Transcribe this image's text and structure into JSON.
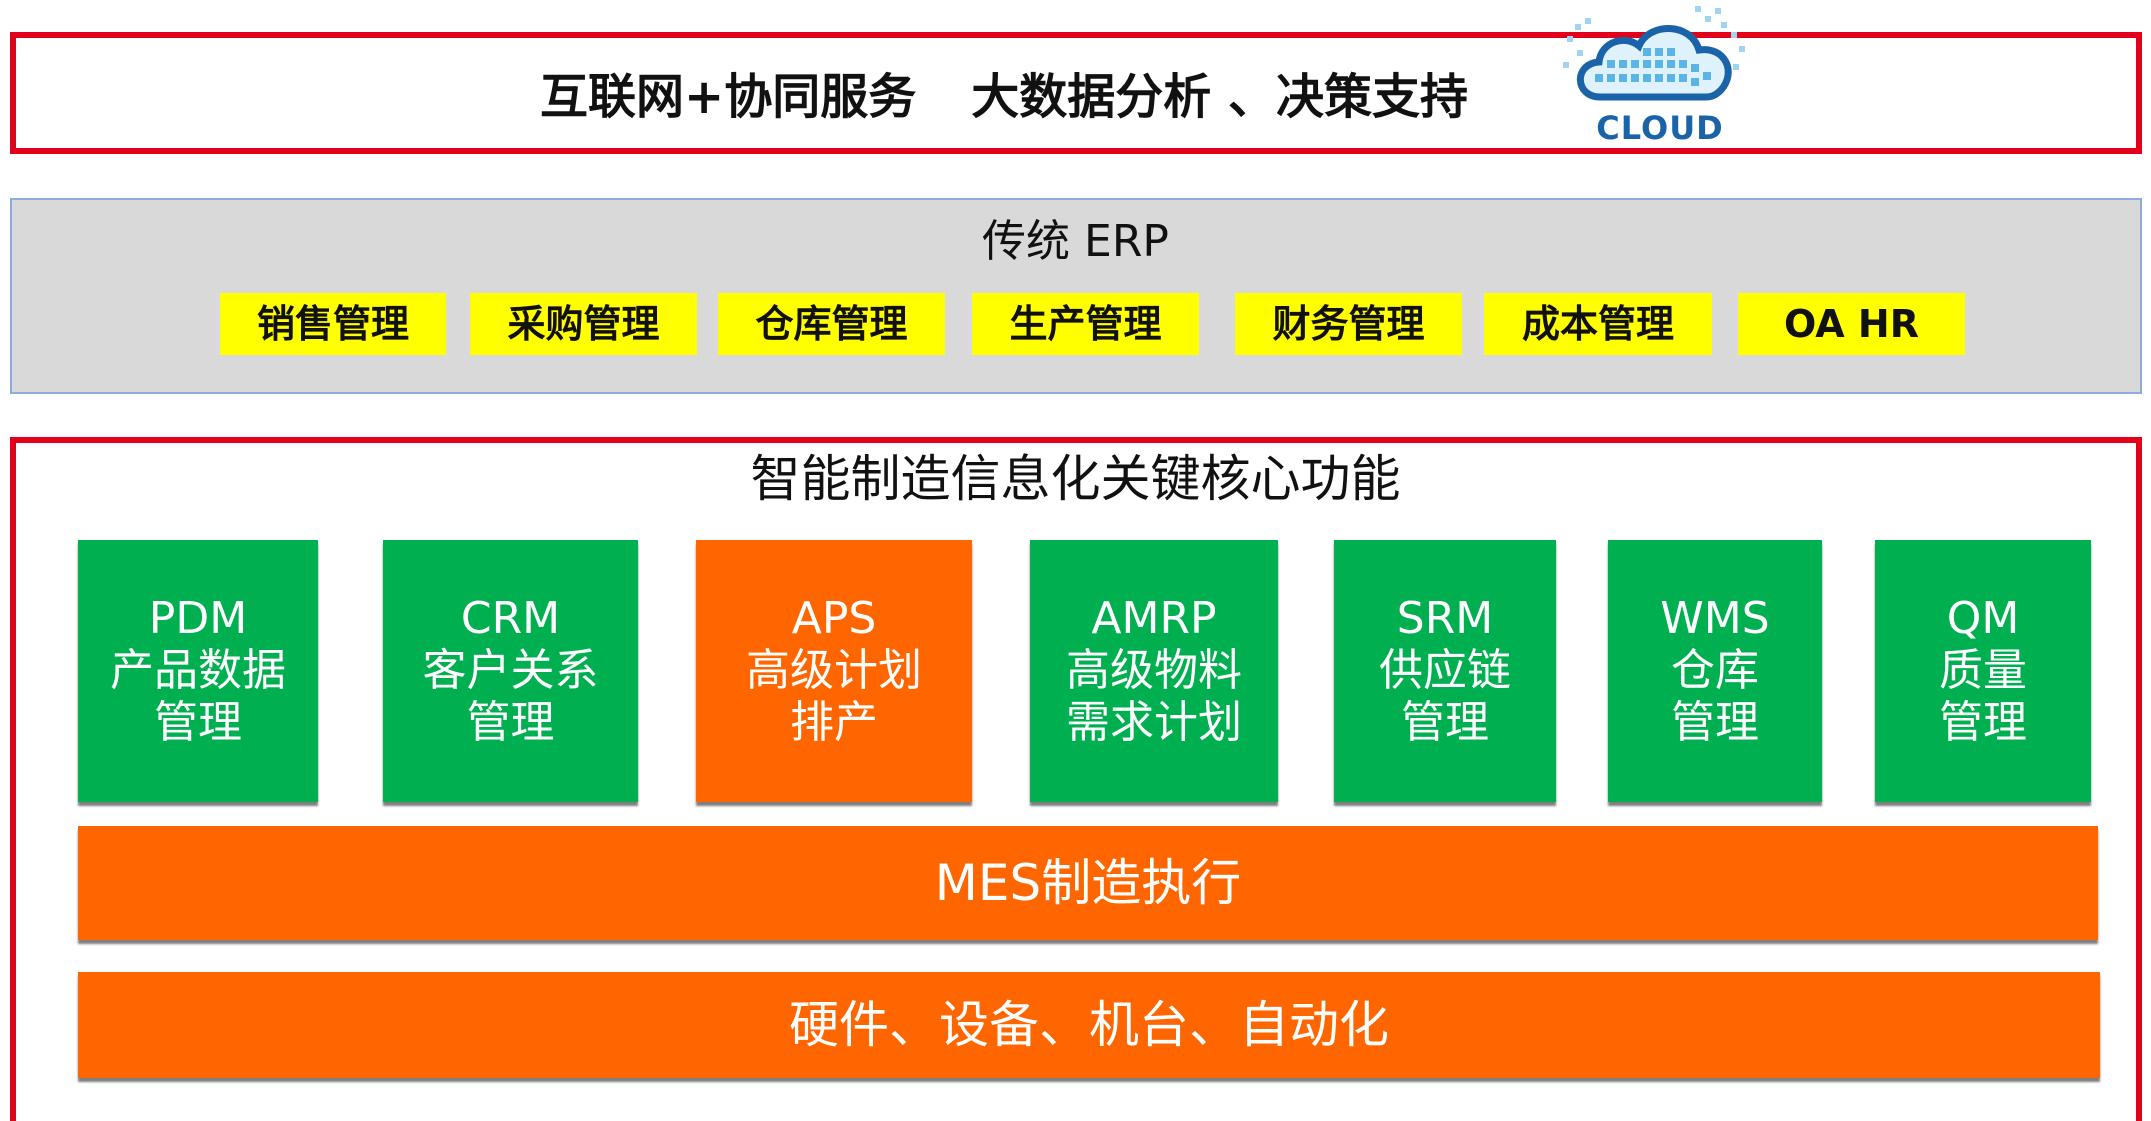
{
  "top_banner": {
    "text_left": "互联网+协同服务",
    "text_right": "大数据分析 、决策支持",
    "cloud_label": "CLOUD"
  },
  "erp": {
    "title": "传统 ERP",
    "items": [
      "销售管理",
      "采购管理",
      "仓库管理",
      "生产管理",
      "财务管理",
      "成本管理",
      "OA  HR"
    ]
  },
  "manufacturing": {
    "title": "智能制造信息化关键核心功能",
    "modules": [
      {
        "lines": [
          "PDM",
          "产品数据",
          "管理"
        ],
        "color": "#00b050"
      },
      {
        "lines": [
          "CRM",
          "客户关系",
          "管理"
        ],
        "color": "#00b050"
      },
      {
        "lines": [
          "APS",
          "高级计划",
          "排产"
        ],
        "color": "#ff6600"
      },
      {
        "lines": [
          "AMRP",
          "高级物料",
          "需求计划"
        ],
        "color": "#00b050"
      },
      {
        "lines": [
          "SRM",
          "供应链",
          "管理"
        ],
        "color": "#00b050"
      },
      {
        "lines": [
          "WMS",
          "仓库",
          "管理"
        ],
        "color": "#00b050"
      },
      {
        "lines": [
          "QM",
          "质量",
          "管理"
        ],
        "color": "#00b050"
      }
    ],
    "mes_bar": "MES制造执行",
    "hardware_bar": "硬件、设备、机台、自动化"
  },
  "colors": {
    "frame_red": "#e3001b",
    "module_green": "#00b050",
    "accent_orange": "#ff6600",
    "erp_yellow": "#ffff00",
    "erp_gray": "#d9d9d9",
    "cloud_blue": "#1b63a8"
  }
}
